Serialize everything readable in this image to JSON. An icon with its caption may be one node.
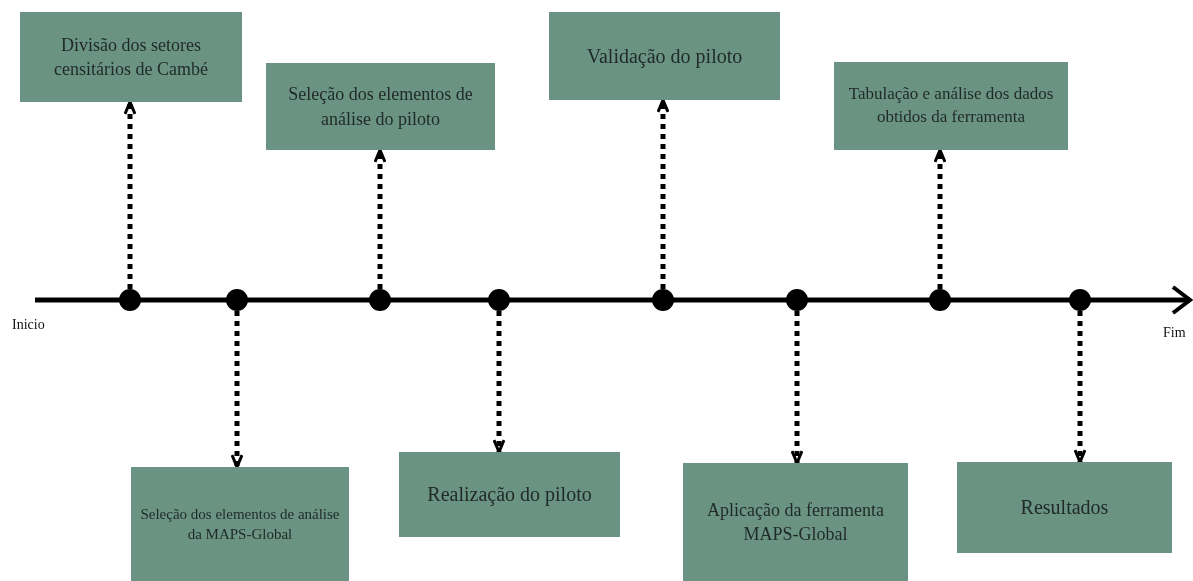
{
  "diagram": {
    "nodes": [
      {
        "text": [
          "Divisão dos setores censitários de Cambé"
        ]
      },
      {
        "text": [
          "Seleção dos elementos de análise da MAPS-Global"
        ]
      },
      {
        "text": [
          "Seleção dos elementos de análise do piloto"
        ]
      },
      {
        "text": [
          "Realização do piloto"
        ]
      },
      {
        "text": [
          "Validação do piloto"
        ]
      },
      {
        "text": [
          "Aplicação da ferramenta MAPS-Global"
        ]
      },
      {
        "text": [
          "Tabulação e análise dos dados obtidos da ferramenta"
        ]
      },
      {
        "text": [
          "Resultados"
        ]
      },
      {
        "text": [],
        "shape": "circle"
      },
      {
        "text": [],
        "shape": "circle"
      },
      {
        "text": [],
        "shape": "circle"
      },
      {
        "text": [],
        "shape": "circle"
      },
      {
        "text": [],
        "shape": "circle"
      },
      {
        "text": [],
        "shape": "circle"
      },
      {
        "text": [],
        "shape": "circle"
      },
      {
        "text": [],
        "shape": "circle"
      }
    ],
    "edges": [
      {
        "from": 8,
        "to": 0,
        "arrow": "to",
        "style": "dashed"
      },
      {
        "from": 9,
        "to": 1,
        "arrow": "to",
        "style": "dashed"
      },
      {
        "from": 10,
        "to": 2,
        "arrow": "to",
        "style": "dashed"
      },
      {
        "from": 11,
        "to": 3,
        "arrow": "to",
        "style": "dashed"
      },
      {
        "from": 12,
        "to": 4,
        "arrow": "to",
        "style": "dashed"
      },
      {
        "from": 13,
        "to": 5,
        "arrow": "to",
        "style": "dashed"
      },
      {
        "from": 14,
        "to": 6,
        "arrow": "to",
        "style": "dashed"
      },
      {
        "from": 15,
        "to": 7,
        "arrow": "to",
        "style": "dashed"
      }
    ],
    "labels": [
      "Inicio",
      "Fim"
    ]
  }
}
